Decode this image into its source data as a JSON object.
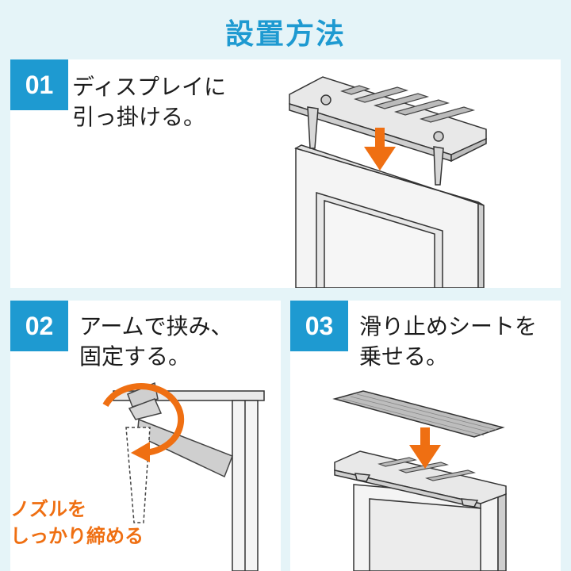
{
  "header": {
    "title": "設置方法"
  },
  "steps": [
    {
      "number": "01",
      "line1": "ディスプレイに",
      "line2": "引っ掛ける。"
    },
    {
      "number": "02",
      "line1": "アームで挟み、",
      "line2": "固定する。",
      "note_line1": "ノズルを",
      "note_line2": "しっかり締める"
    },
    {
      "number": "03",
      "line1": "滑り止めシートを",
      "line2": "乗せる。"
    }
  ],
  "colors": {
    "accent": "#1e9ad1",
    "arrow": "#ef6f12",
    "background": "#e5f4f8"
  }
}
